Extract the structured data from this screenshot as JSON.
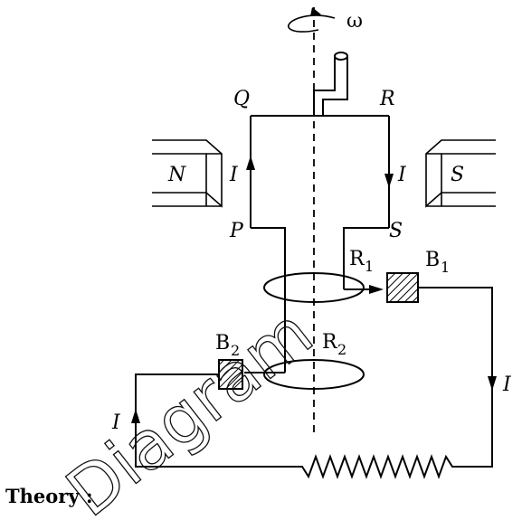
{
  "omega": "ω",
  "labels": {
    "Q": "Q",
    "R": "R",
    "P": "P",
    "S": "S",
    "I": "I"
  },
  "magnets": {
    "north": "N",
    "south": "S"
  },
  "rings": {
    "r1_base": "R",
    "r1_sub": "1",
    "r2_base": "R",
    "r2_sub": "2"
  },
  "brushes": {
    "b1_base": "B",
    "b1_sub": "1",
    "b2_base": "B",
    "b2_sub": "2"
  },
  "watermark": "Diagram",
  "heading": "Theory :"
}
